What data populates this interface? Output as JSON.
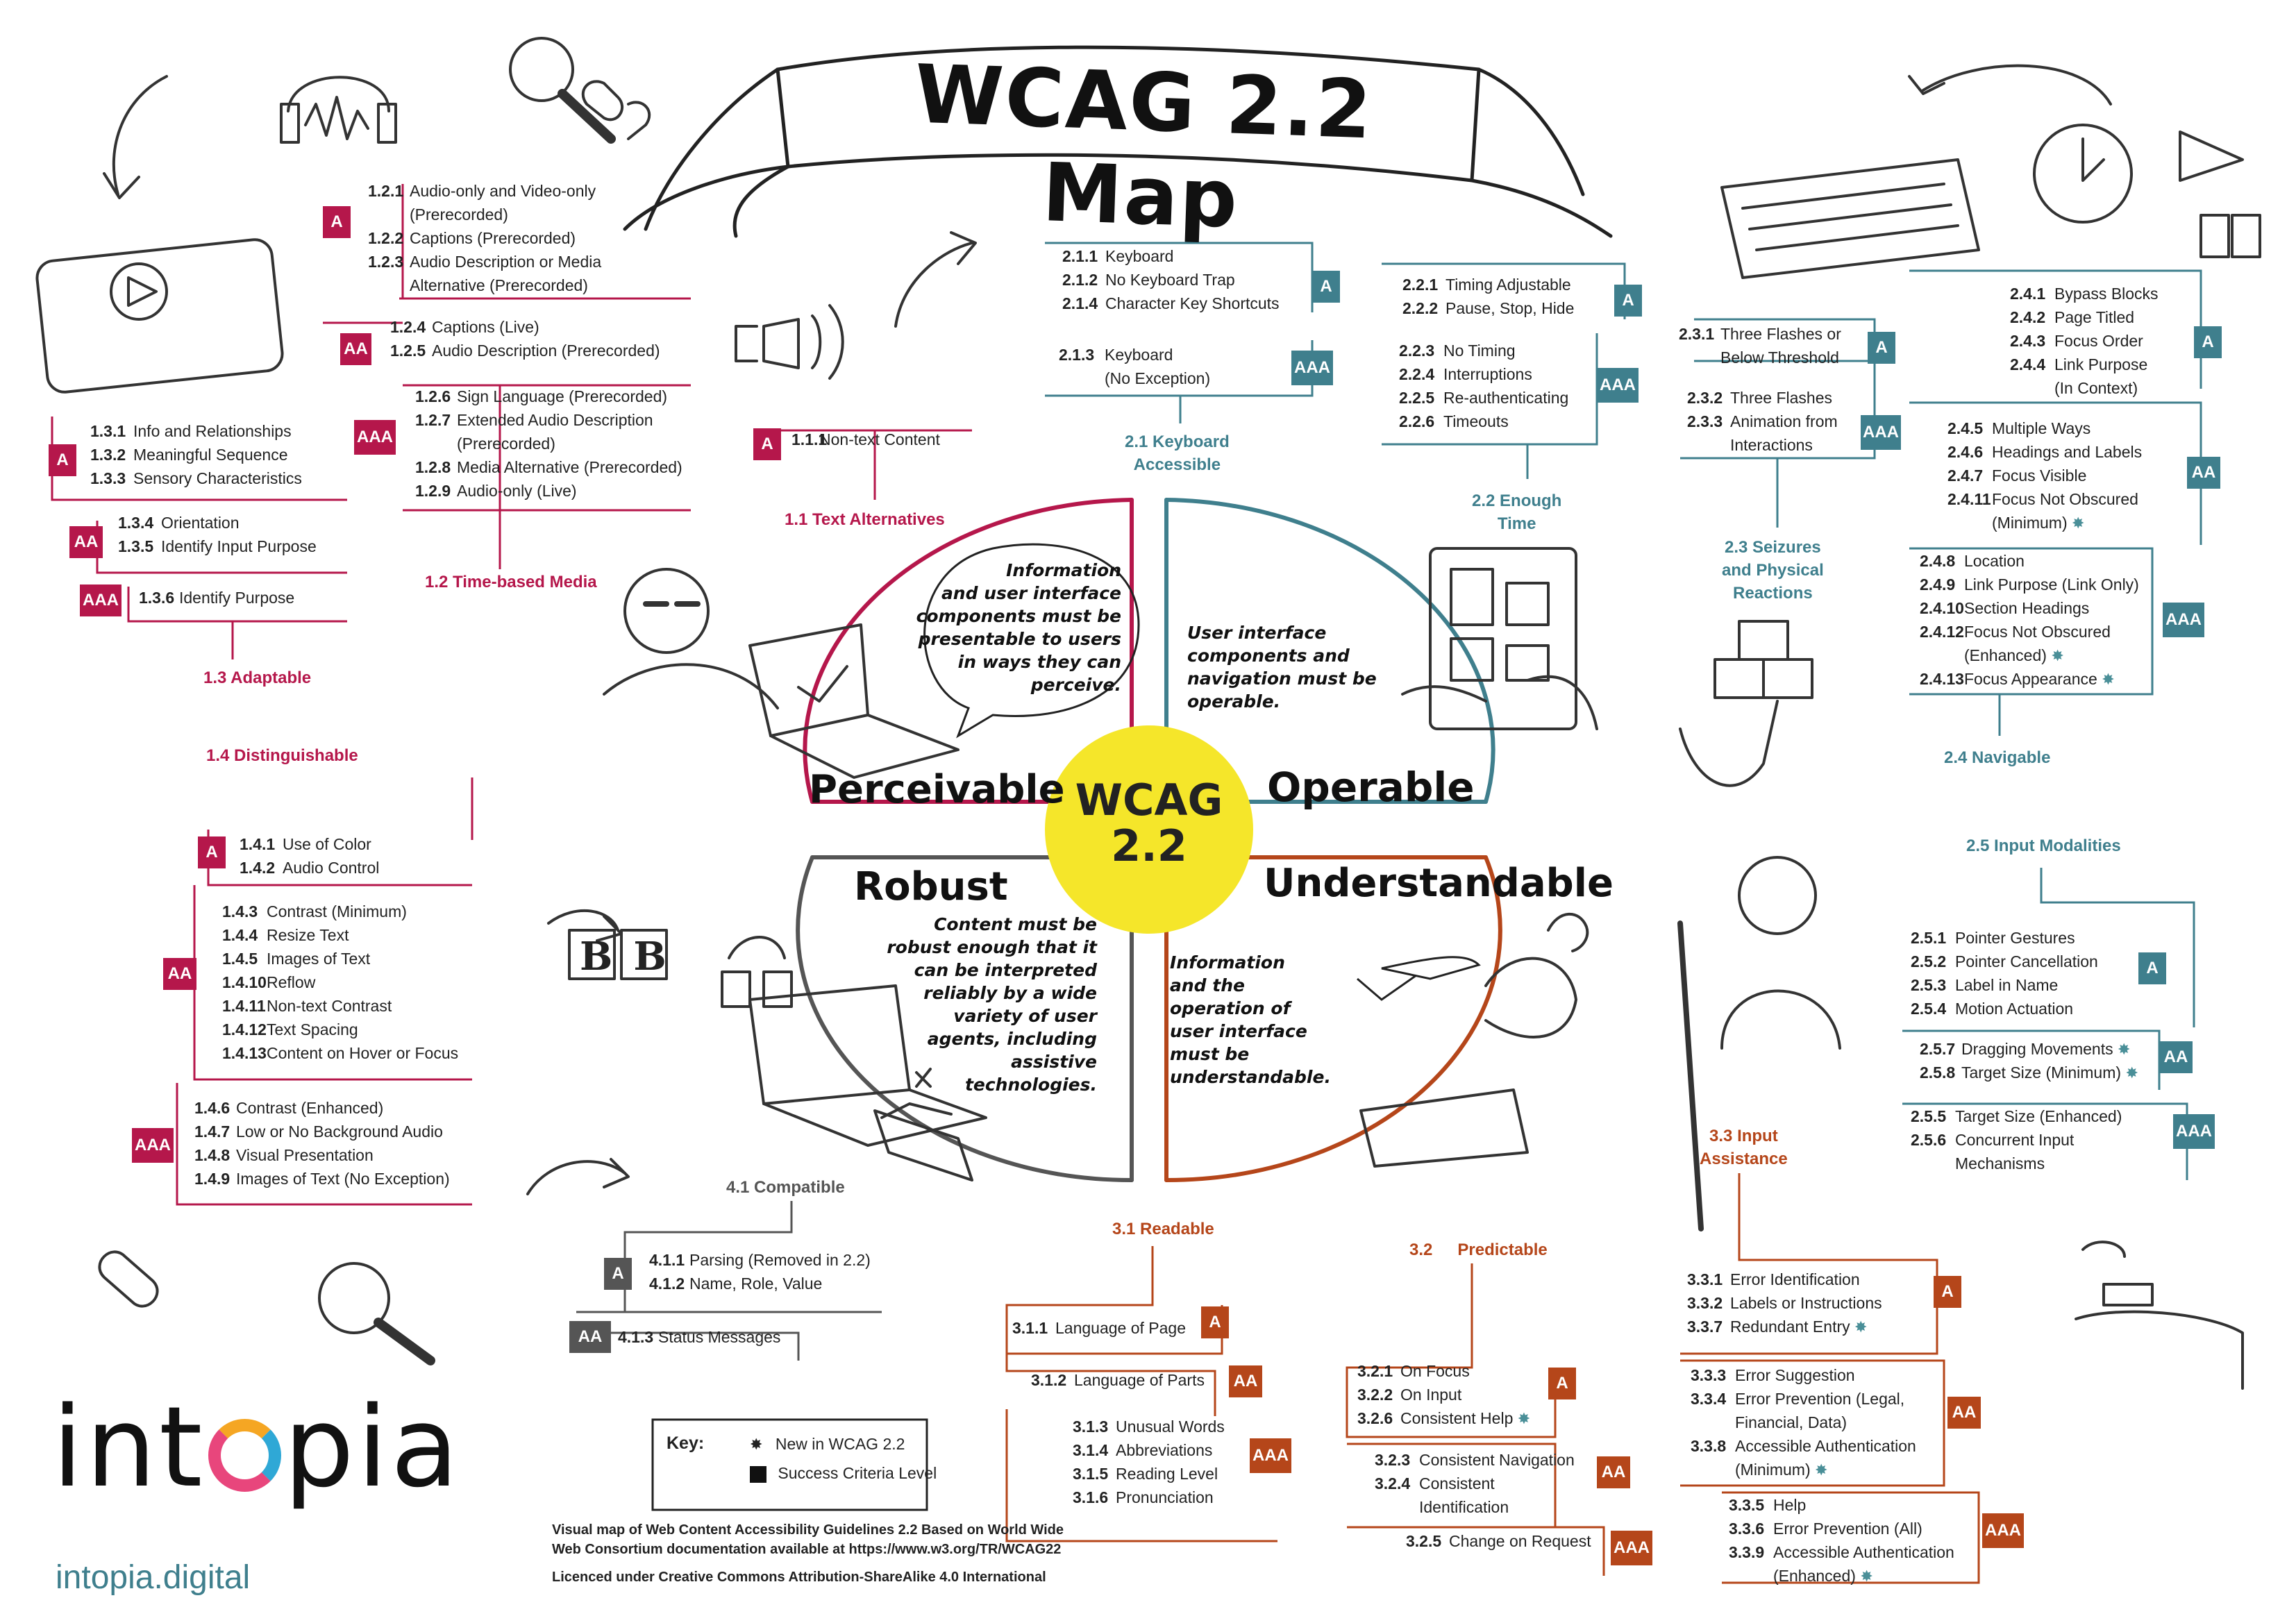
{
  "title": "WCAG 2.2 Map",
  "center": {
    "line1": "WCAG",
    "line2": "2.2"
  },
  "colors": {
    "perceivable": "#b5174b",
    "operable": "#3f7f8d",
    "understandable": "#b5461a",
    "robust": "#555555",
    "center": "#f5e62a"
  },
  "principles": {
    "perceivable": {
      "name": "Perceivable",
      "desc": [
        "Information",
        "and user interface",
        "components must be",
        "presentable to users",
        "in ways they can",
        "perceive."
      ]
    },
    "operable": {
      "name": "Operable",
      "desc": [
        "User interface",
        "components and",
        "navigation must be",
        "operable."
      ]
    },
    "understandable": {
      "name": "Understandable",
      "desc": [
        "Information",
        "and the",
        "operation of",
        "user interface",
        "must be",
        "understandable."
      ]
    },
    "robust": {
      "name": "Robust",
      "desc": [
        "Content must be",
        "robust enough that it",
        "can be interpreted",
        "reliably by a wide",
        "variety of user",
        "agents, including",
        "assistive",
        "technologies."
      ]
    }
  },
  "guidelines": {
    "g11": "1.1 Text Alternatives",
    "g12": "1.2 Time-based Media",
    "g13": "1.3 Adaptable",
    "g14": "1.4 Distinguishable",
    "g21": [
      "2.1 Keyboard",
      "Accessible"
    ],
    "g22": [
      "2.2 Enough",
      "Time"
    ],
    "g23": [
      "2.3 Seizures",
      "and Physical",
      "Reactions"
    ],
    "g24": "2.4 Navigable",
    "g25": "2.5 Input Modalities",
    "g31": "3.1 Readable",
    "g32": [
      "3.2",
      "Predictable"
    ],
    "g33": [
      "3.3 Input",
      "Assistance"
    ],
    "g41": "4.1 Compatible"
  },
  "groups": [
    {
      "level": "A",
      "rows": [
        [
          "1.2.1",
          "Audio-only and Video-only"
        ],
        [
          "",
          "(Prerecorded)"
        ],
        [
          "1.2.2",
          "Captions (Prerecorded)"
        ],
        [
          "1.2.3",
          "Audio Description or Media"
        ],
        [
          "",
          "Alternative (Prerecorded)"
        ]
      ]
    },
    {
      "level": "AA",
      "rows": [
        [
          "1.2.4",
          "Captions (Live)"
        ],
        [
          "1.2.5",
          "Audio Description (Prerecorded)"
        ]
      ]
    },
    {
      "level": "AAA",
      "rows": [
        [
          "1.2.6",
          "Sign Language (Prerecorded)"
        ],
        [
          "1.2.7",
          "Extended Audio Description"
        ],
        [
          "",
          "(Prerecorded)"
        ],
        [
          "1.2.8",
          "Media Alternative (Prerecorded)"
        ],
        [
          "1.2.9",
          "Audio-only (Live)"
        ]
      ]
    },
    {
      "level": "A",
      "rows": [
        [
          "1.3.1",
          "Info and Relationships"
        ],
        [
          "1.3.2",
          "Meaningful Sequence"
        ],
        [
          "1.3.3",
          "Sensory Characteristics"
        ]
      ]
    },
    {
      "level": "AA",
      "rows": [
        [
          "1.3.4",
          "Orientation"
        ],
        [
          "1.3.5",
          "Identify Input Purpose"
        ]
      ]
    },
    {
      "level": "AAA",
      "rows": [
        [
          "1.3.6",
          "Identify Purpose"
        ]
      ]
    },
    {
      "level": "A",
      "rows": [
        [
          "1.1.1",
          "Non-text Content"
        ]
      ]
    },
    {
      "level": "A",
      "rows": [
        [
          "1.4.1",
          "Use of Color"
        ],
        [
          "1.4.2",
          "Audio Control"
        ]
      ]
    },
    {
      "level": "AA",
      "rows": [
        [
          "1.4.3",
          "Contrast (Minimum)"
        ],
        [
          "1.4.4",
          "Resize Text"
        ],
        [
          "1.4.5",
          "Images of Text"
        ],
        [
          "1.4.10",
          "Reflow"
        ],
        [
          "1.4.11",
          "Non-text Contrast"
        ],
        [
          "1.4.12",
          "Text Spacing"
        ],
        [
          "1.4.13",
          "Content on Hover or Focus"
        ]
      ]
    },
    {
      "level": "AAA",
      "rows": [
        [
          "1.4.6",
          "Contrast (Enhanced)"
        ],
        [
          "1.4.7",
          "Low or No Background Audio"
        ],
        [
          "1.4.8",
          "Visual Presentation"
        ],
        [
          "1.4.9",
          "Images of Text (No Exception)"
        ]
      ]
    },
    {
      "level": "A",
      "rows": [
        [
          "2.1.1",
          "Keyboard"
        ],
        [
          "2.1.2",
          "No Keyboard Trap"
        ],
        [
          "2.1.4",
          "Character Key Shortcuts"
        ]
      ]
    },
    {
      "level": "AAA",
      "rows": [
        [
          "2.1.3",
          "Keyboard"
        ],
        [
          "",
          "(No Exception)"
        ]
      ]
    },
    {
      "level": "A",
      "rows": [
        [
          "2.2.1",
          "Timing Adjustable"
        ],
        [
          "2.2.2",
          "Pause, Stop, Hide"
        ]
      ]
    },
    {
      "level": "AAA",
      "rows": [
        [
          "2.2.3",
          "No Timing"
        ],
        [
          "2.2.4",
          "Interruptions"
        ],
        [
          "2.2.5",
          "Re-authenticating"
        ],
        [
          "2.2.6",
          "Timeouts"
        ]
      ]
    },
    {
      "level": "A",
      "rows": [
        [
          "2.3.1",
          "Three Flashes or"
        ],
        [
          "",
          "Below Threshold"
        ]
      ]
    },
    {
      "level": "AAA",
      "rows": [
        [
          "2.3.2",
          "Three Flashes"
        ],
        [
          "2.3.3",
          "Animation from"
        ],
        [
          "",
          "Interactions"
        ]
      ]
    },
    {
      "level": "A",
      "rows": [
        [
          "2.4.1",
          "Bypass Blocks"
        ],
        [
          "2.4.2",
          "Page Titled"
        ],
        [
          "2.4.3",
          "Focus Order"
        ],
        [
          "2.4.4",
          "Link Purpose"
        ],
        [
          "",
          "(In Context)"
        ]
      ]
    },
    {
      "level": "AA",
      "rows": [
        [
          "2.4.5",
          "Multiple Ways"
        ],
        [
          "2.4.6",
          "Headings and Labels"
        ],
        [
          "2.4.7",
          "Focus Visible"
        ],
        [
          "2.4.11",
          "Focus Not Obscured"
        ],
        [
          "",
          "(Minimum) ✸"
        ]
      ]
    },
    {
      "level": "AAA",
      "rows": [
        [
          "2.4.8",
          "Location"
        ],
        [
          "2.4.9",
          "Link Purpose (Link Only)"
        ],
        [
          "2.4.10",
          "Section Headings"
        ],
        [
          "2.4.12",
          "Focus Not Obscured"
        ],
        [
          "",
          "(Enhanced) ✸"
        ],
        [
          "2.4.13",
          "Focus Appearance ✸"
        ]
      ]
    },
    {
      "level": "A",
      "rows": [
        [
          "2.5.1",
          "Pointer Gestures"
        ],
        [
          "2.5.2",
          "Pointer Cancellation"
        ],
        [
          "2.5.3",
          "Label in Name"
        ],
        [
          "2.5.4",
          "Motion Actuation"
        ]
      ]
    },
    {
      "level": "AA",
      "rows": [
        [
          "2.5.7",
          "Dragging Movements ✸"
        ],
        [
          "2.5.8",
          "Target Size (Minimum) ✸"
        ]
      ]
    },
    {
      "level": "AAA",
      "rows": [
        [
          "2.5.5",
          "Target Size (Enhanced)"
        ],
        [
          "2.5.6",
          "Concurrent Input"
        ],
        [
          "",
          "Mechanisms"
        ]
      ]
    },
    {
      "level": "A",
      "rows": [
        [
          "3.1.1",
          "Language of Page"
        ]
      ]
    },
    {
      "level": "AA",
      "rows": [
        [
          "3.1.2",
          "Language of Parts"
        ]
      ]
    },
    {
      "level": "AAA",
      "rows": [
        [
          "3.1.3",
          "Unusual Words"
        ],
        [
          "3.1.4",
          "Abbreviations"
        ],
        [
          "3.1.5",
          "Reading Level"
        ],
        [
          "3.1.6",
          "Pronunciation"
        ]
      ]
    },
    {
      "level": "A",
      "rows": [
        [
          "3.2.1",
          "On Focus"
        ],
        [
          "3.2.2",
          "On Input"
        ],
        [
          "3.2.6",
          "Consistent Help ✸"
        ]
      ]
    },
    {
      "level": "AA",
      "rows": [
        [
          "3.2.3",
          "Consistent Navigation"
        ],
        [
          "3.2.4",
          "Consistent"
        ],
        [
          "",
          "Identification"
        ]
      ]
    },
    {
      "level": "AAA",
      "rows": [
        [
          "3.2.5",
          "Change on Request"
        ]
      ]
    },
    {
      "level": "A",
      "rows": [
        [
          "3.3.1",
          "Error Identification"
        ],
        [
          "3.3.2",
          "Labels or Instructions"
        ],
        [
          "3.3.7",
          "Redundant Entry ✸"
        ]
      ]
    },
    {
      "level": "AA",
      "rows": [
        [
          "3.3.3",
          "Error Suggestion"
        ],
        [
          "3.3.4",
          "Error Prevention (Legal,"
        ],
        [
          "",
          "Financial, Data)"
        ],
        [
          "3.3.8",
          "Accessible Authentication"
        ],
        [
          "",
          "(Minimum) ✸"
        ]
      ]
    },
    {
      "level": "AAA",
      "rows": [
        [
          "3.3.5",
          "Help"
        ],
        [
          "3.3.6",
          "Error Prevention (All)"
        ],
        [
          "3.3.9",
          "Accessible Authentication"
        ],
        [
          "",
          "(Enhanced) ✸"
        ]
      ]
    },
    {
      "level": "A",
      "rows": [
        [
          "4.1.1",
          "Parsing (Removed in 2.2)"
        ],
        [
          "4.1.2",
          "Name, Role, Value"
        ]
      ]
    },
    {
      "level": "AA",
      "rows": [
        [
          "4.1.3",
          "Status Messages"
        ]
      ]
    }
  ],
  "key": {
    "label": "Key:",
    "new_text": "New in WCAG 2.2",
    "level_text": "Success Criteria Level"
  },
  "footer": [
    "Visual map of Web Content Accessibility Guidelines 2.2 Based on World Wide",
    "Web Consortium documentation available at https://www.w3.org/TR/WCAG22",
    "Licenced under Creative Commons Attribution-ShareAlike 4.0 International"
  ],
  "logo": {
    "left": "int",
    "right": "pia",
    "url": "intopia.digital"
  },
  "blocks_text": "BB"
}
